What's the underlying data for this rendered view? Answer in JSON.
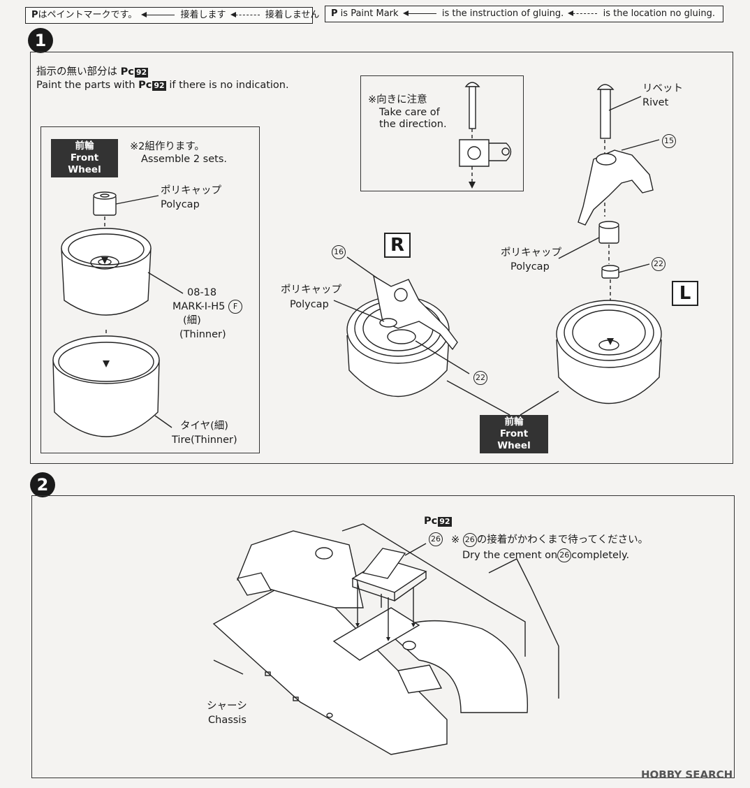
{
  "legend_jp": {
    "paint_mark_symbol": "P",
    "paint_mark_text": "はペイントマークです。",
    "glue_text": "接着します",
    "noglue_text": "接着しません"
  },
  "legend_en": {
    "paint_mark_symbol": "P",
    "paint_mark_text": "is Paint Mark",
    "glue_text": "is the instruction of gluing.",
    "noglue_text": "is the location no gluing."
  },
  "step1": {
    "number": "1",
    "instruction_jp": "指示の無い部分は",
    "instruction_en_a": "Paint the parts with",
    "instruction_en_b": "if there is no indication.",
    "paint_code_prefix": "Pc",
    "paint_code_num": "92",
    "sub_panel": {
      "badge_jp": "前輪",
      "badge_en": "Front Wheel",
      "note_jp": "※2組作ります。",
      "note_en": "Assemble 2 sets.",
      "polycap_jp": "ポリキャップ",
      "polycap_en": "Polycap",
      "wheel_code": "08-18",
      "wheel_name": "MARK-I-H5",
      "wheel_tree": "F",
      "wheel_note_jp": "(細)",
      "wheel_note_en": "(Thinner)",
      "tire_jp": "タイヤ(細)",
      "tire_en": "Tire(Thinner)"
    },
    "direction_box": {
      "note_jp": "※向きに注意",
      "note_en_1": "Take care of",
      "note_en_2": "the direction."
    },
    "right_side": {
      "letter": "R",
      "part_16": "16",
      "polycap_jp": "ポリキャップ",
      "polycap_en": "Polycap",
      "part_22": "22"
    },
    "left_side": {
      "letter": "L",
      "rivet_jp": "リベット",
      "rivet_en": "Rivet",
      "part_15": "15",
      "polycap_jp": "ポリキャップ",
      "polycap_en": "Polycap",
      "part_22": "22"
    },
    "front_wheel_jp": "前輪",
    "front_wheel_en": "Front Wheel"
  },
  "step2": {
    "number": "2",
    "paint_code_prefix": "Pc",
    "paint_code_num": "92",
    "part_26": "26",
    "note_jp_prefix": "※",
    "note_jp_suffix": "の接着がかわくまで待ってください。",
    "note_en_a": "Dry the cement on",
    "note_en_b": "completely.",
    "chassis_jp": "シャーシ",
    "chassis_en": "Chassis"
  },
  "watermark": "HOBBY SEARCH"
}
